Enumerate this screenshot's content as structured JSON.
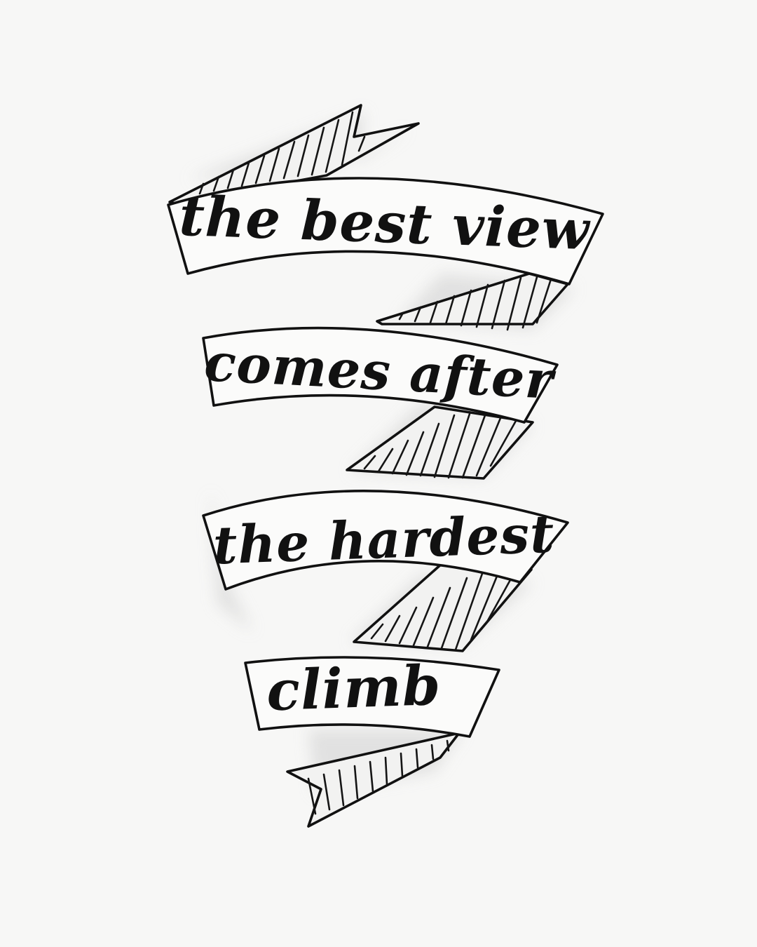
{
  "quote": {
    "line1": "the best view",
    "line2": "comes after",
    "line3": "the hardest",
    "line4": "climb"
  },
  "colors": {
    "paper": "#f7f7f6",
    "ink": "#111111",
    "shadow": "#cfcfcf"
  }
}
